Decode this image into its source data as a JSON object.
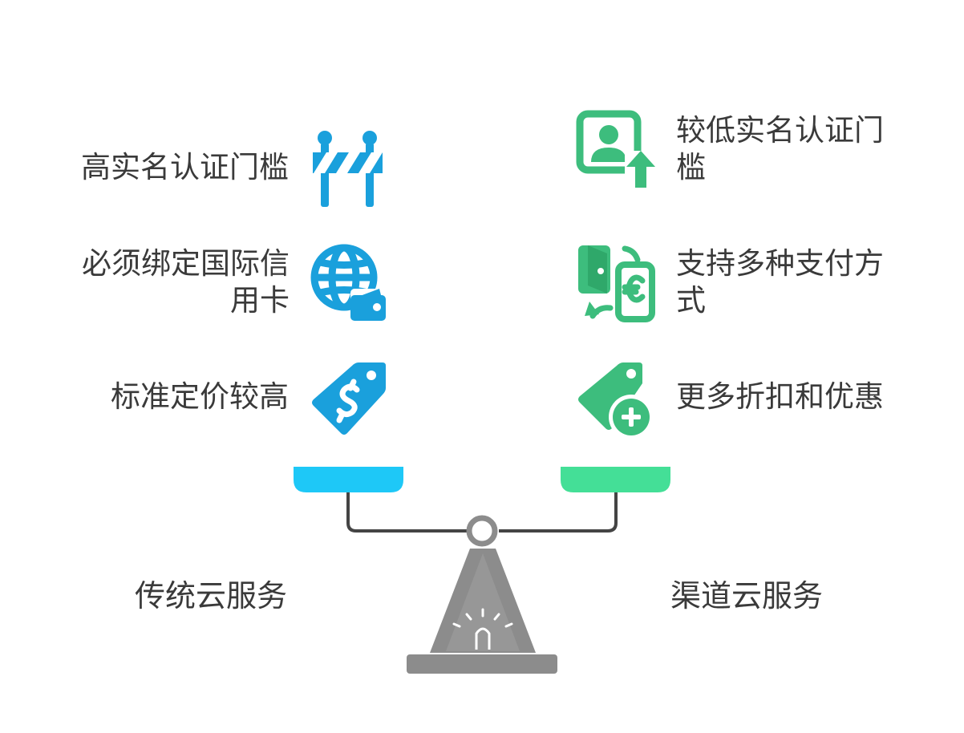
{
  "left": {
    "title": "传统云服务",
    "items": [
      {
        "label": "高实名认证门槛",
        "icon": "barrier-icon"
      },
      {
        "label": "必须绑定国际信用卡",
        "icon": "globe-wallet-icon"
      },
      {
        "label": "标准定价较高",
        "icon": "dollar-tag-icon"
      }
    ],
    "color": "#1aa0dc"
  },
  "right": {
    "title": "渠道云服务",
    "items": [
      {
        "label": "较低实名认证门槛",
        "icon": "id-card-up-icon"
      },
      {
        "label": "支持多种支付方式",
        "icon": "payment-exchange-icon"
      },
      {
        "label": "更多折扣和优惠",
        "icon": "tag-plus-icon"
      }
    ],
    "color": "#3dbd7d"
  },
  "colors": {
    "left_pan": "#1ec8f7",
    "right_pan": "#44df97",
    "beam": "#444444",
    "base": "#8c8c8c",
    "text": "#3a3a3a"
  }
}
